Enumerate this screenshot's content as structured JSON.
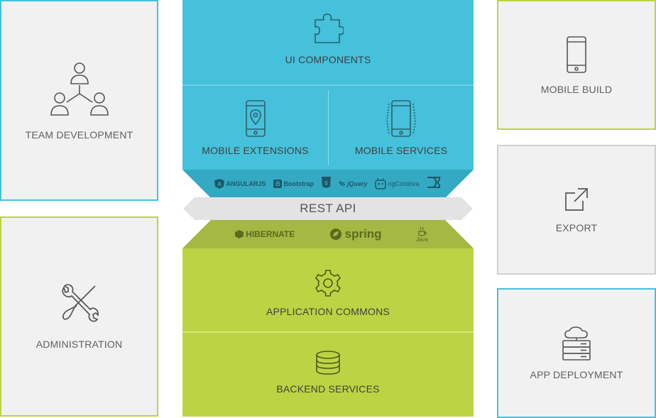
{
  "left_cards": {
    "team_development": "TEAM DEVELOPMENT",
    "administration": "ADMINISTRATION"
  },
  "right_cards": {
    "mobile_build": "MOBILE BUILD",
    "export": "EXPORT",
    "app_deployment": "APP DEPLOYMENT"
  },
  "frontend": {
    "ui_components": "UI COMPONENTS",
    "mobile_extensions": "MOBILE EXTENSIONS",
    "mobile_services": "MOBILE SERVICES",
    "logos": [
      "ANGULARJS",
      "Bootstrap",
      "5",
      "jQuery",
      "ngCordova",
      "D3"
    ]
  },
  "api": {
    "label": "REST API"
  },
  "backend": {
    "logos": [
      "HIBERNATE",
      "spring",
      "Java"
    ],
    "application_commons": "APPLICATION COMMONS",
    "backend_services": "BACKEND SERVICES"
  },
  "colors": {
    "blue": "#45c1dc",
    "blue_dark": "#34a9c4",
    "green": "#bcd444",
    "green_dark": "#a4b843",
    "gray_card": "#f1f1f1",
    "api_band": "#e3e3e3"
  }
}
